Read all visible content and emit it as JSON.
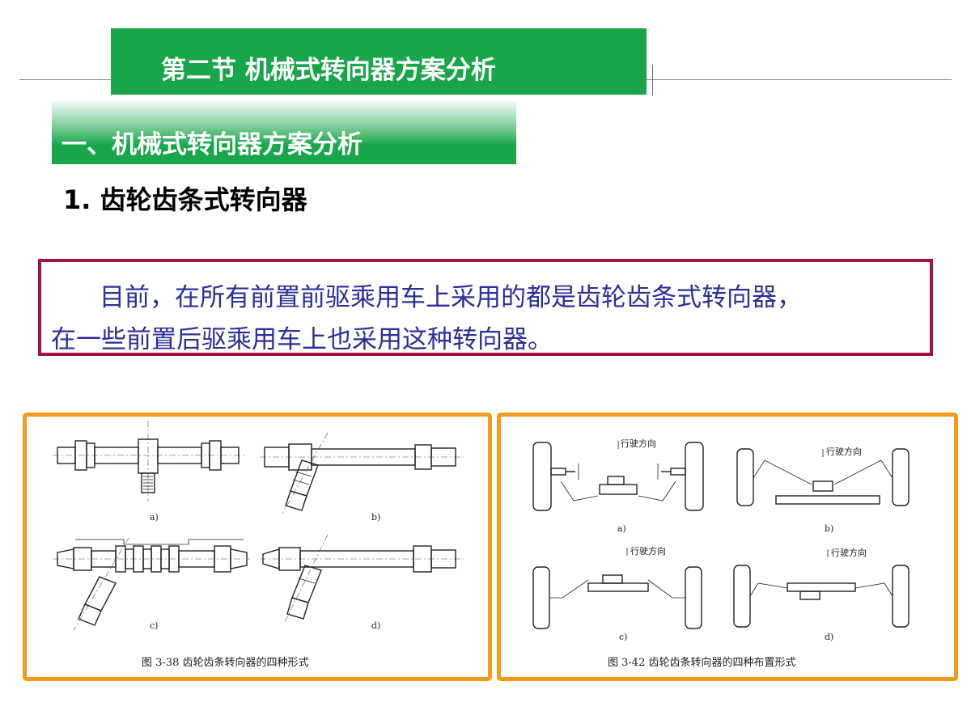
{
  "slide": {
    "section_title": "第二节  机械式转向器方案分析",
    "subsection_title": "一、机械式转向器方案分析",
    "heading": "1. 齿轮齿条式转向器",
    "paragraph_lines": [
      "目前，在所有前置前驱乘用车上采用的都是齿轮齿条式转向器，",
      "在一些前置后驱乘用车上也采用这种转向器。"
    ]
  },
  "figure_left": {
    "caption": "图 3-38    齿轮齿条转向器的四种形式",
    "sublabels": [
      "a)",
      "b)",
      "c)",
      "d)"
    ]
  },
  "figure_right": {
    "caption": "图 3-42    齿轮齿条转向器的四种布置形式",
    "sublabels": [
      "a)",
      "b)",
      "c)",
      "d)"
    ],
    "direction_label": "行驶方向"
  },
  "colors": {
    "title_green": "#19a64a",
    "border_crimson": "#a3113f",
    "text_blue": "#2a2f9a",
    "figure_border_orange": "#f59a1a"
  }
}
